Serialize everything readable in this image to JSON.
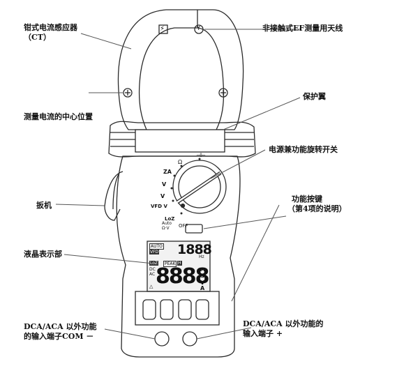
{
  "labels": {
    "clamp_sensor": "钳式电流感应器",
    "clamp_sensor_ct": "（CT）",
    "ef_antenna": "非接触式EF测量用天线",
    "center_position": "测量电流的中心位置",
    "guard": "保护翼",
    "power_dial": "电源兼功能旋转开关",
    "trigger": "扳机",
    "func_button": "功能按键",
    "func_button_note": "（第4项的说明）",
    "lcd": "液晶表示部",
    "com_terminal_1": "DCA/ACA 以外功能",
    "com_terminal_2": "的输入端子COM －",
    "plus_terminal_1": "DCA/ACA 以外功能的",
    "plus_terminal_2": "输入端子 +"
  },
  "lcd": {
    "auto": "AUTO",
    "vfd": "VFD",
    "lo_z": "LoZ",
    "peak": "PEAK",
    "hold": "H",
    "sub_digits": "1888",
    "hz": "Hz",
    "dc": "DC",
    "ac": "AC",
    "main_digits": "8888",
    "unit_m": "M",
    "unit_kohm": "kΩ",
    "unit_v": "V",
    "unit_a": "A",
    "delta": "△"
  },
  "dial": {
    "ohm": "Ω",
    "cap": "⊣⊢",
    "za": "ZA",
    "mv": "V",
    "hzv": "V",
    "vfdv": "VFD V",
    "loz": "LoZ",
    "auto_ohm": "Auto Ω·V",
    "off": "OFF"
  },
  "icons": {
    "flash_symbol": "⚡",
    "antenna_symbol": "Y"
  },
  "colors": {
    "outline": "#2a2a2a",
    "body_fill": "#ffffff",
    "lcd_fill": "#f2f2f2",
    "leader": "#555555"
  }
}
